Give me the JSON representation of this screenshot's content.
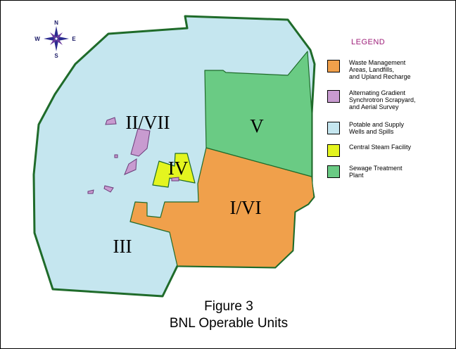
{
  "compass": {
    "n": "N",
    "s": "S",
    "e": "E",
    "w": "W",
    "icon": "compass-rose-icon"
  },
  "legend": {
    "title": "LEGEND",
    "items": [
      {
        "lines": [
          "Waste Management",
          "Areas, Landfills,",
          "and Upland Recharge"
        ],
        "color": "#f0a04b"
      },
      {
        "lines": [
          "Alternating Gradient",
          "Synchrotron Scrapyard,",
          "and Aerial Survey"
        ],
        "color": "#c89bd0"
      },
      {
        "lines": [
          "Potable and Supply",
          "Wells and Spills"
        ],
        "color": "#c5e6ef"
      },
      {
        "lines": [
          "Central Steam Facility"
        ],
        "color": "#e4f51f"
      },
      {
        "lines": [
          "Sewage Treatment",
          "Plant"
        ],
        "color": "#6acb84"
      }
    ]
  },
  "units": {
    "u1": "II/VII",
    "u2": "V",
    "u3": "IV",
    "u4": "I/VI",
    "u5": "III"
  },
  "caption": {
    "line1": "Figure 3",
    "line2": "BNL Operable Units"
  },
  "colors": {
    "boundary": "#1f6b2a",
    "label_legend": "#9e1f7a"
  }
}
